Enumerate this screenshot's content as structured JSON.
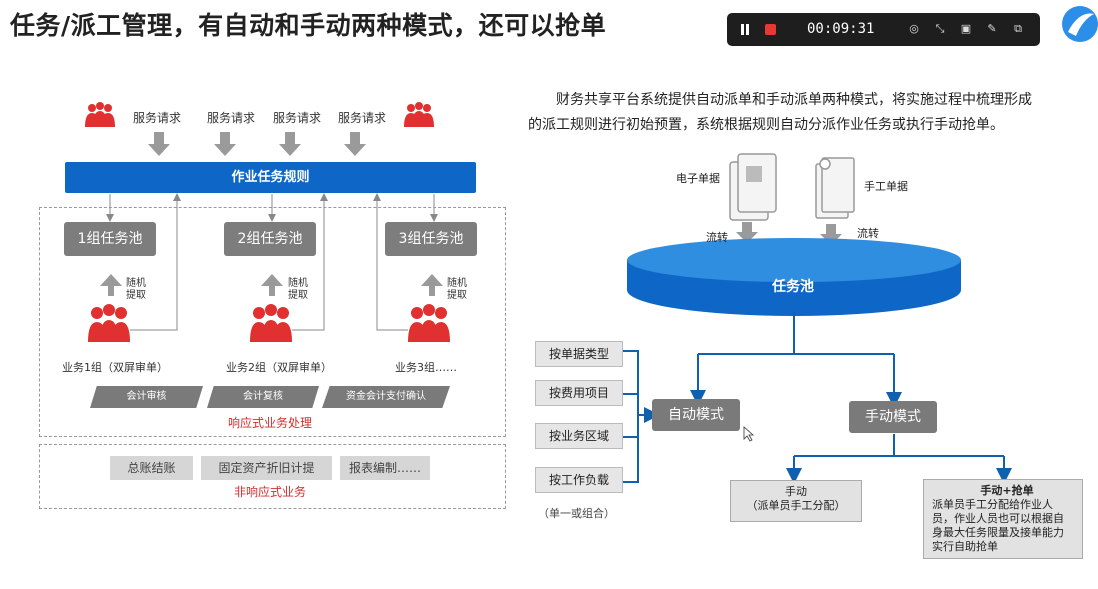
{
  "title": "任务/派工管理，有自动和手动两种模式，还可以抢单",
  "recorder": {
    "timer": "00:09:31",
    "icons": [
      "pause-icon",
      "stop-icon",
      "screenshot-icon",
      "shrink-icon",
      "camera-icon",
      "pen-icon",
      "window-icon"
    ]
  },
  "description": "财务共享平台系统提供自动派单和手动派单两种模式，将实施过程中梳理形成的派工规则进行初始预置，系统根据规则自动分派作业任务或执行手动抢单。",
  "left": {
    "requests": [
      "服务请求",
      "服务请求",
      "服务请求",
      "服务请求"
    ],
    "rule_bar": "作业任务规则",
    "pools": [
      "1组任务池",
      "2组任务池",
      "3组任务池"
    ],
    "random_fetch": [
      "随机",
      "提取"
    ],
    "groups": [
      "业务1组（双屏审单）",
      "业务2组（双屏审单）",
      "业务3组……"
    ],
    "process_tags": [
      "会计审核",
      "会计复核",
      "资金会计支付确认"
    ],
    "responsive_label": "响应式业务处理",
    "nonresp_items": [
      "总账结账",
      "固定资产折旧计提",
      "报表编制……"
    ],
    "nonresp_label": "非响应式业务"
  },
  "right": {
    "edoc": "电子单据",
    "manual_doc": "手工单据",
    "flow": [
      "流转",
      "流转"
    ],
    "pool": "任务池",
    "criteria": [
      "按单据类型",
      "按费用项目",
      "按业务区域",
      "按工作负载"
    ],
    "criteria_note": "（单一或组合）",
    "auto_mode": "自动模式",
    "manual_mode": "手动模式",
    "manual_box": [
      "手动",
      "（派单员手工分配）"
    ],
    "grab_title": "手动+抢单",
    "grab_desc": "派单员手工分配给作业人员，作业人员也可以根据自身最大任务限量及接单能力实行自助抢单"
  },
  "colors": {
    "blue": "#0e67c6",
    "red": "#e03030",
    "gray": "#7a7a7a"
  }
}
